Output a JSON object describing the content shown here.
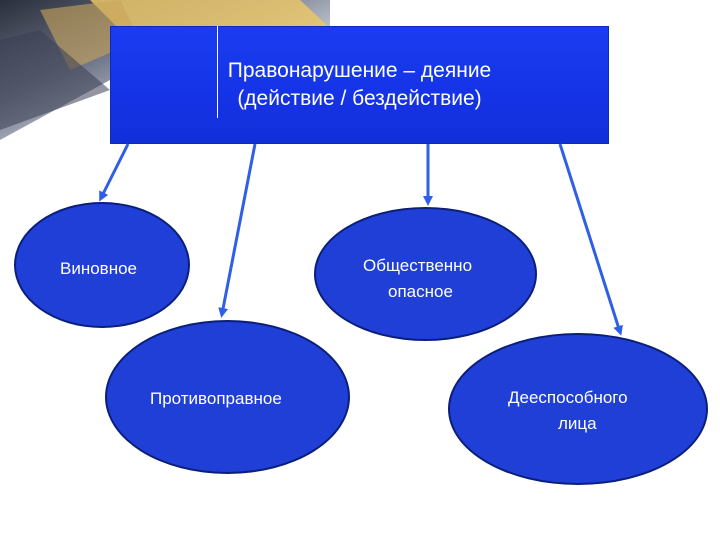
{
  "header": {
    "line1": "Правонарушение – деяние",
    "line2": "(действие / бездействие)"
  },
  "nodes": {
    "guilty": "Виновное",
    "dangerous_line1": "Общественно",
    "dangerous_line2": "опасное",
    "unlawful": "Противоправное",
    "capable_line1": "Дееспособного",
    "capable_line2": "лица"
  },
  "colors": {
    "box": "#1533e6",
    "node": "#1f3fd6",
    "arrow": "#2f5fe6"
  }
}
